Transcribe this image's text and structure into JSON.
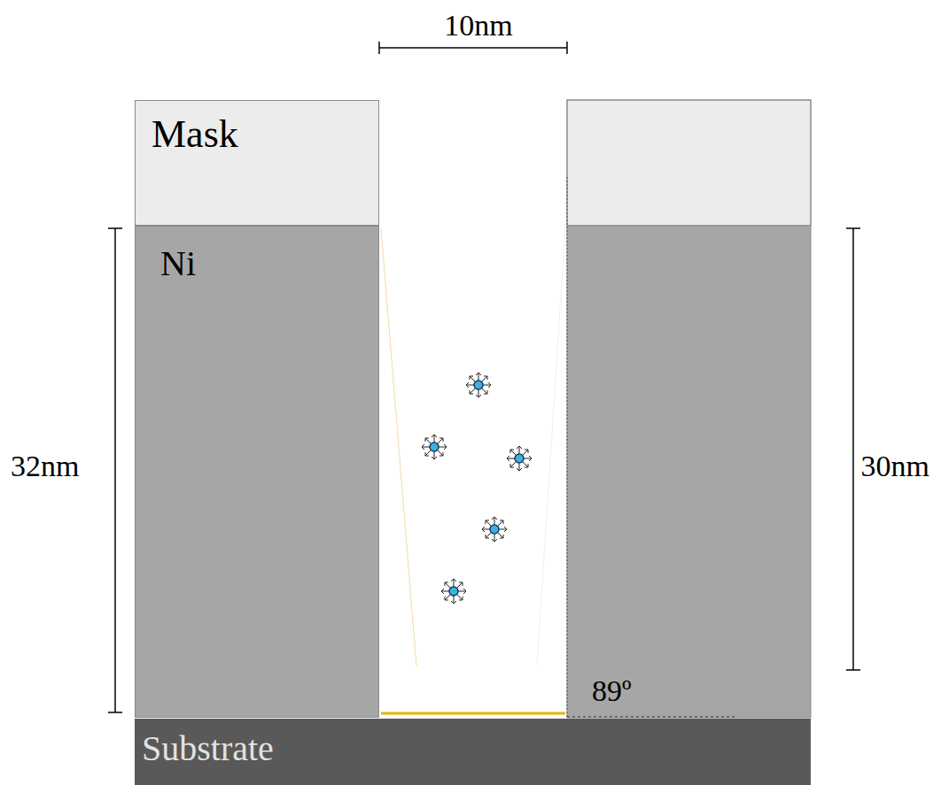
{
  "diagram": {
    "nodes": [
      {
        "text": [
          "Mask"
        ]
      },
      {
        "text": [
          "Ni"
        ]
      },
      {
        "text": [
          "Substrate"
        ]
      }
    ],
    "labels": [
      "10nm",
      "32nm",
      "30nm",
      "89º"
    ]
  }
}
